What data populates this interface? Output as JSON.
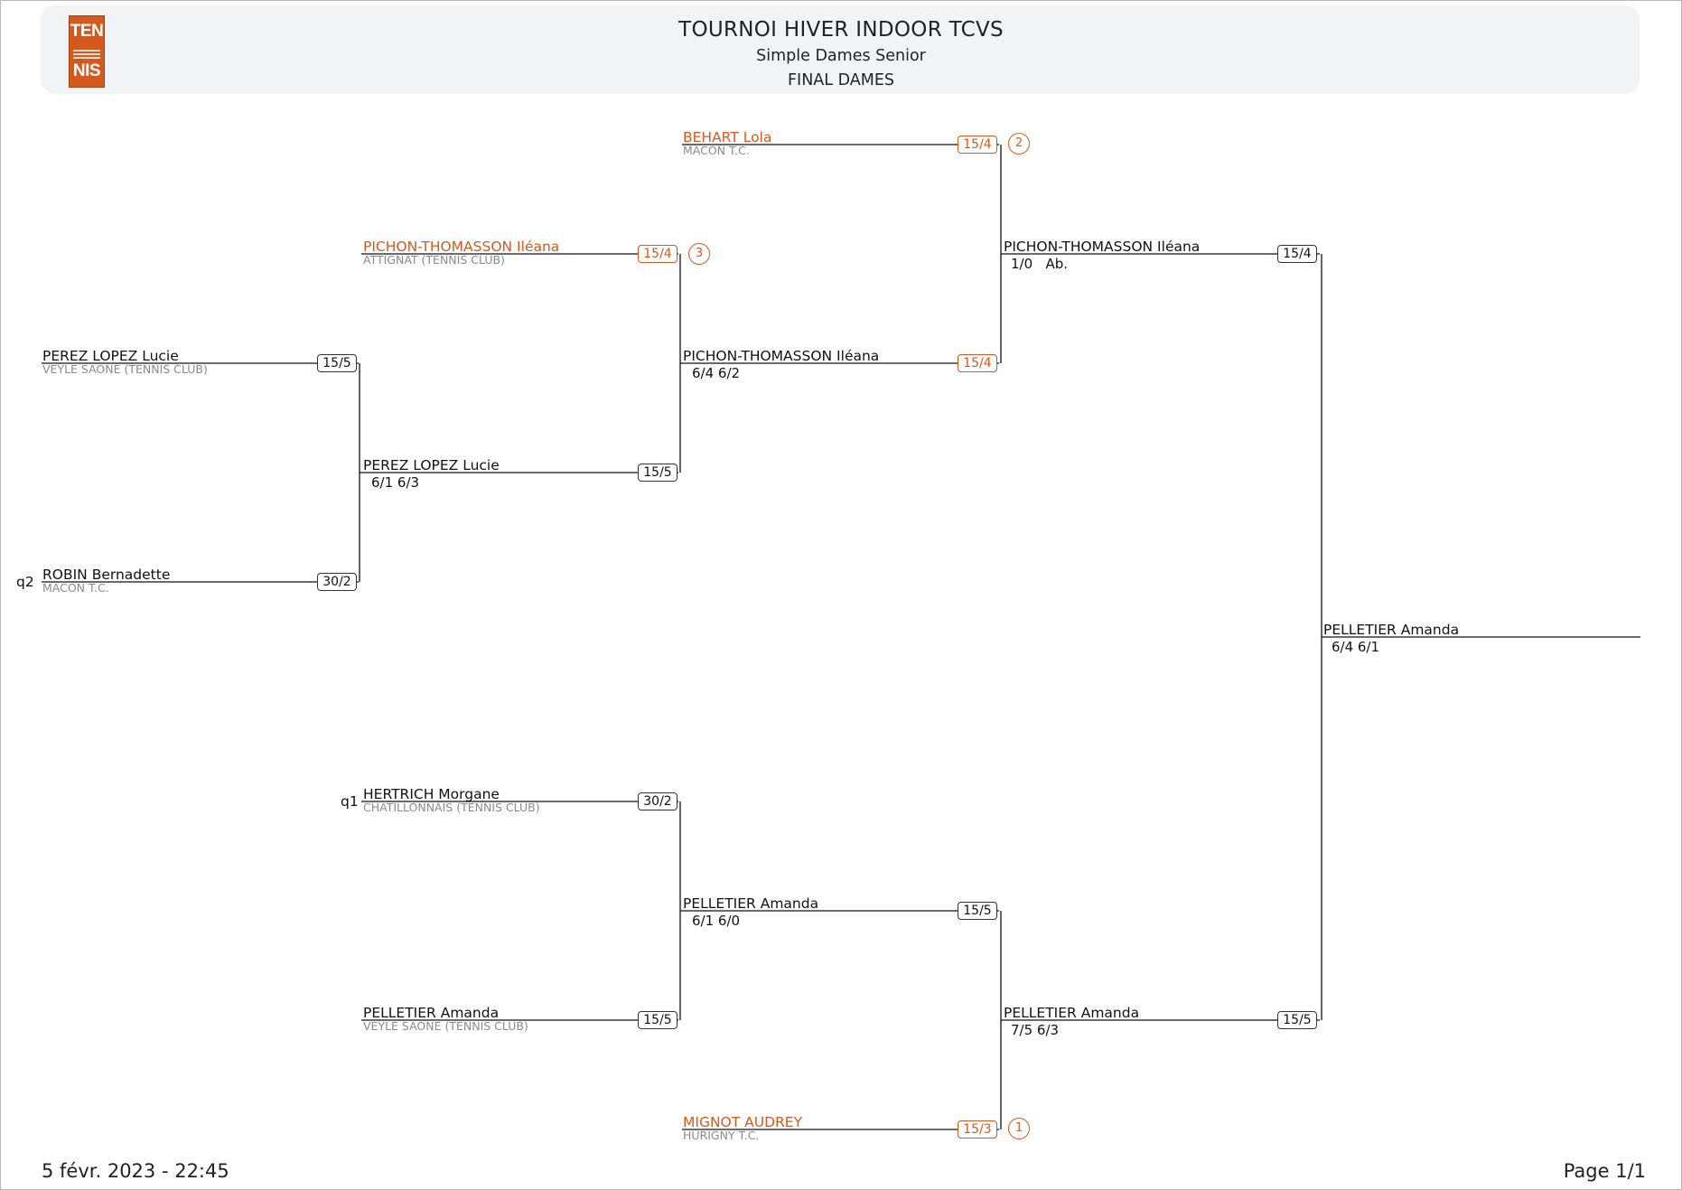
{
  "header": {
    "title": "TOURNOI HIVER INDOOR TCVS",
    "subtitle": "Simple Dames Senior",
    "phase": "FINAL DAMES",
    "logo_top": "TEN",
    "logo_bottom": "NIS"
  },
  "bracket": {
    "beh": {
      "name": "BEHART Lola",
      "club": "MACON T.C.",
      "rank": "15/4",
      "seed": "2"
    },
    "pt1": {
      "name": "PICHON-THOMASSON Iléana",
      "club": "ATTIGNAT (TENNIS CLUB)",
      "rank": "15/4",
      "seed": "3"
    },
    "pl1": {
      "name": "PEREZ LOPEZ Lucie",
      "club": "VEYLE SAONE (TENNIS CLUB)",
      "rank": "15/5"
    },
    "rob": {
      "name": "ROBIN Bernadette",
      "club": "MACON T.C.",
      "rank": "30/2",
      "qual": "q2"
    },
    "pl2": {
      "name": "PEREZ LOPEZ Lucie",
      "score": "6/1 6/3",
      "rank": "15/5"
    },
    "pt2": {
      "name": "PICHON-THOMASSON Iléana",
      "score": "6/4 6/2",
      "rank": "15/4"
    },
    "pt3": {
      "name": "PICHON-THOMASSON Iléana",
      "score": "1/0   Ab.",
      "rank": "15/4"
    },
    "her": {
      "name": "HERTRICH Morgane",
      "club": "CHATILLONNAIS (TENNIS CLUB)",
      "rank": "30/2",
      "qual": "q1"
    },
    "pe1": {
      "name": "PELLETIER Amanda",
      "club": "VEYLE SAONE (TENNIS CLUB)",
      "rank": "15/5"
    },
    "pe2": {
      "name": "PELLETIER Amanda",
      "score": "6/1 6/0",
      "rank": "15/5"
    },
    "mig": {
      "name": "MIGNOT AUDREY",
      "club": "HURIGNY T.C.",
      "rank": "15/3",
      "seed": "1"
    },
    "pe3": {
      "name": "PELLETIER Amanda",
      "score": "7/5 6/3",
      "rank": "15/5"
    },
    "win": {
      "name": "PELLETIER Amanda",
      "score": "6/4 6/1"
    }
  },
  "footer": {
    "datetime": "5 févr. 2023 - 22:45",
    "page": "Page 1/1"
  }
}
